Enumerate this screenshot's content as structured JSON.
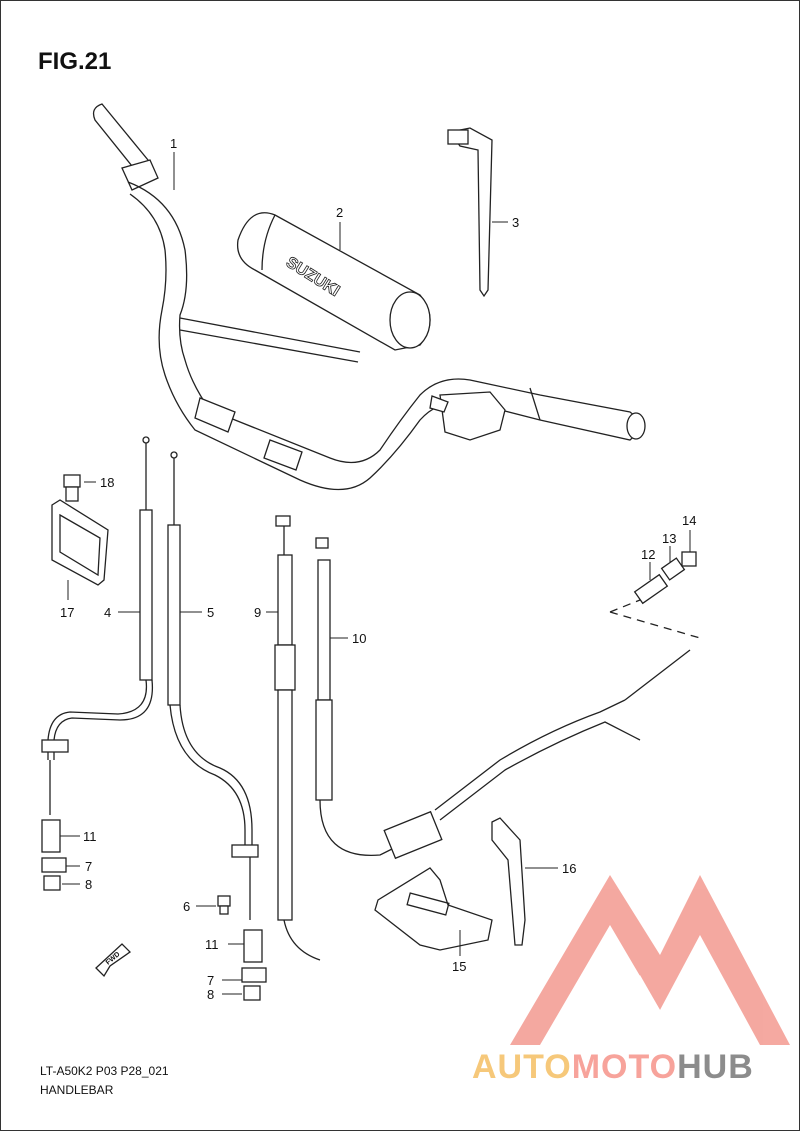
{
  "figure": {
    "title": "FIG.21",
    "code": "LT-A50K2 P03 P28_021",
    "name": "HANDLEBAR"
  },
  "direction_tag": "FWD",
  "grip_brand": "SUZUKI",
  "callouts": [
    "1",
    "2",
    "3",
    "4",
    "5",
    "6",
    "7",
    "8",
    "9",
    "10",
    "11",
    "11",
    "12",
    "13",
    "14",
    "15",
    "16",
    "17",
    "18",
    "7",
    "8"
  ],
  "watermark": {
    "part1": "AUTO",
    "part2": "MOTO",
    "part3": "HUB",
    "colors": {
      "logo": "#f39a90",
      "auto": "#f6c87a",
      "moto": "#f7a39b",
      "hub": "#8c8c8c"
    }
  }
}
